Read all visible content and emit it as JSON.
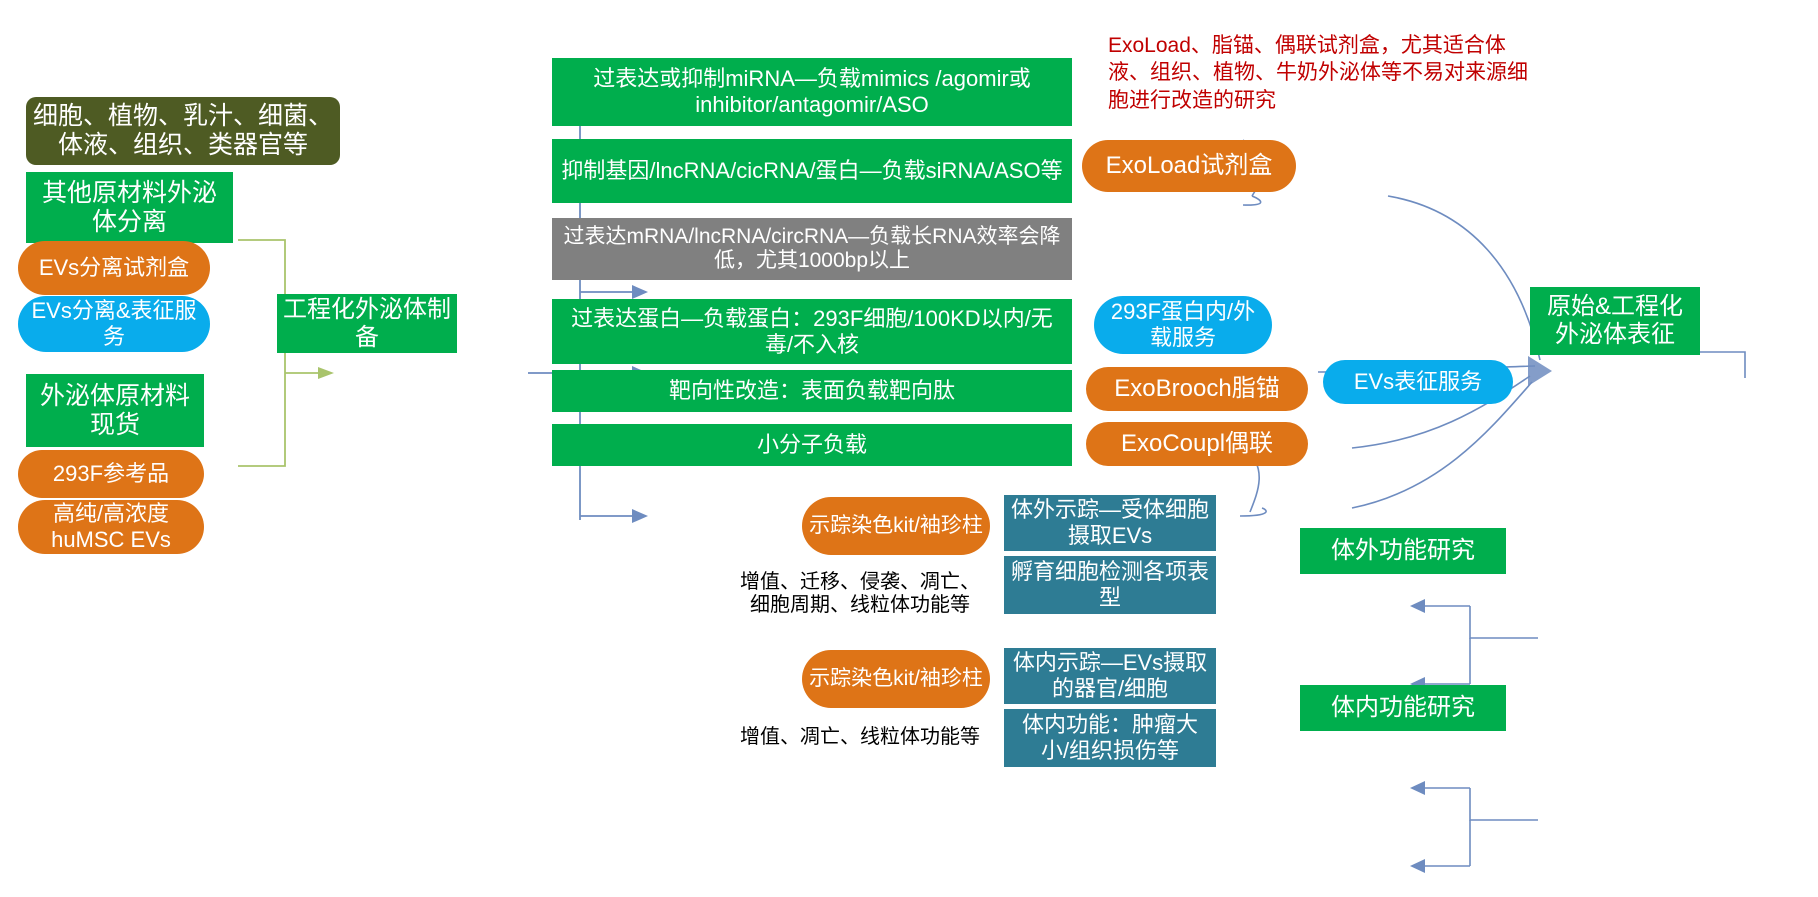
{
  "diagram": {
    "title": "Exosome engineering workflow diagram",
    "colors": {
      "olive": "#4E5B23",
      "green": "#00AE4D",
      "gray": "#808080",
      "orange": "#DE7417",
      "blue": "#09ACEC",
      "teal": "#2E7C94",
      "red_text": "#C00000",
      "arrow_blue": "#6E8CC0",
      "arrow_green": "#A9C46C"
    }
  },
  "left_column": {
    "source_box": "细胞、植物、乳汁、细菌、体液、组织、类器官等",
    "branch_a": {
      "header": "其他原材料外泌体分离",
      "kit": "EVs分离试剂盒",
      "service": "EVs分离&表征服务"
    },
    "branch_b": {
      "header": "外泌体原材料现货",
      "item1": "293F参考品",
      "item2": "高纯/高浓度huMSC EVs"
    }
  },
  "hub": {
    "label": "工程化外泌体制备"
  },
  "methods": [
    {
      "label": "过表达或抑制miRNA—负载mimics /agomir或inhibitor/antagomir/ASO",
      "color": "green"
    },
    {
      "label": "抑制基因/lncRNA/cicRNA/蛋白—负载siRNA/ASO等",
      "color": "green"
    },
    {
      "label": "过表达mRNA/lncRNA/circRNA—负载长RNA效率会降低，尤其1000bp以上",
      "color": "gray"
    },
    {
      "label": "过表达蛋白—负载蛋白：293F细胞/100KD以内/无毒/不入核",
      "color": "green"
    },
    {
      "label": "靶向性改造：表面负载靶向肽",
      "color": "green"
    },
    {
      "label": "小分子负载",
      "color": "green"
    }
  ],
  "products": {
    "note_red": "ExoLoad、脂锚、偶联试剂盒，尤其适合体液、组织、植物、牛奶外泌体等不易对来源细胞进行改造的研究",
    "exoload": "ExoLoad试剂盒",
    "protein_service": "293F蛋白内/外载服务",
    "exobrooch": "ExoBrooch脂锚",
    "exocoupl": "ExoCoupl偶联"
  },
  "characterization": {
    "main": "原始&工程化外泌体表征",
    "service": "EVs表征服务"
  },
  "in_vitro": {
    "title": "体外功能研究",
    "step1": "体外示踪—受体细胞摄取EVs",
    "step2": "孵育细胞检测各项表型",
    "kit": "示踪染色kit/袖珍柱",
    "note": "增值、迁移、侵袭、凋亡、细胞周期、线粒体功能等"
  },
  "in_vivo": {
    "title": "体内功能研究",
    "step1": "体内示踪—EVs摄取的器官/细胞",
    "step2": "体内功能：肿瘤大小/组织损伤等",
    "kit": "示踪染色kit/袖珍柱",
    "note": "增值、凋亡、线粒体功能等"
  }
}
